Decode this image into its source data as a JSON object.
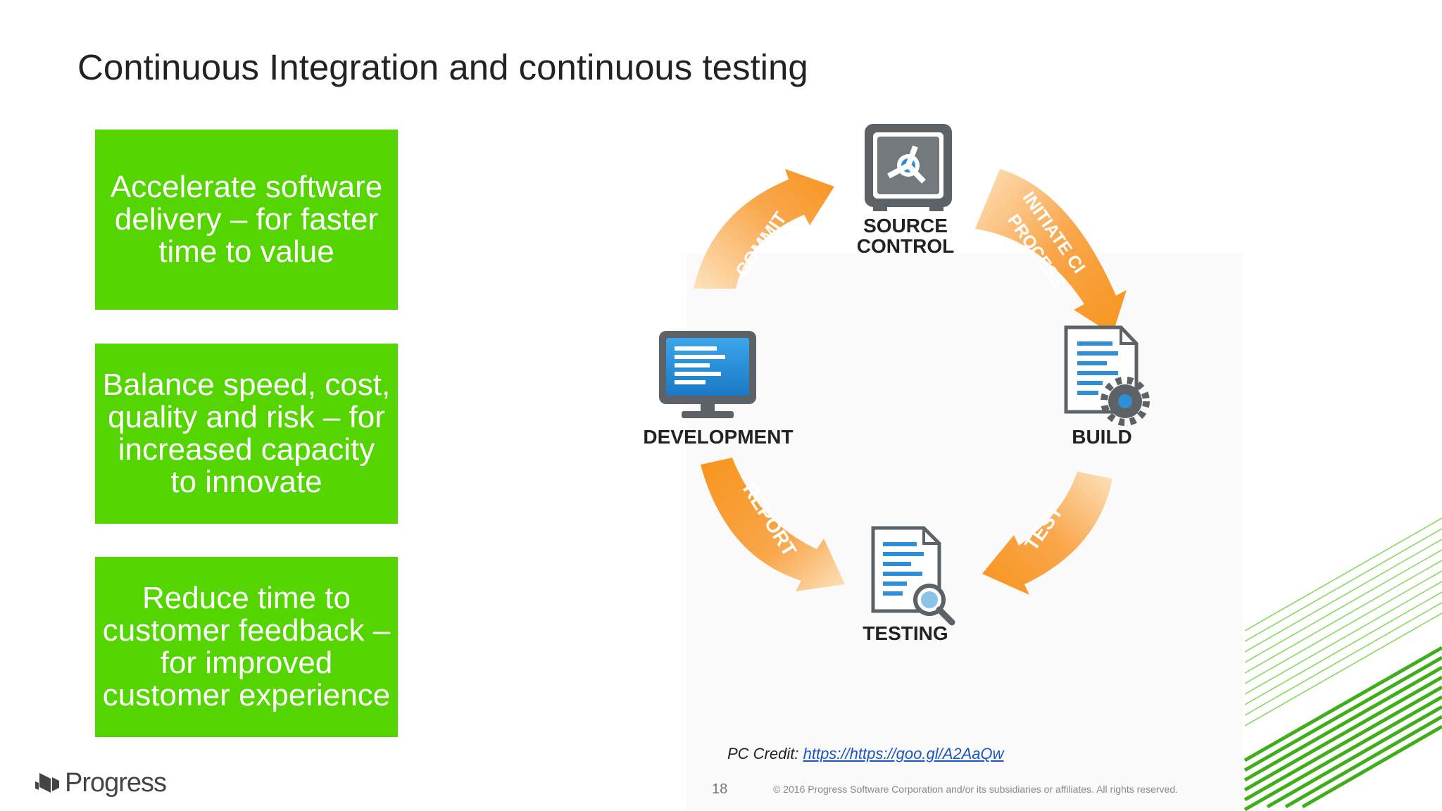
{
  "slide": {
    "title": "Continuous Integration and continuous testing",
    "boxes": [
      "Accelerate software delivery – for faster time to value",
      "Balance speed, cost, quality and risk – for increased capacity to innovate",
      "Reduce time to customer feedback – for improved customer experience"
    ]
  },
  "diagram": {
    "nodes": {
      "source_line1": "SOURCE",
      "source_line2": "CONTROL",
      "build": "BUILD",
      "testing": "TESTING",
      "development": "DEVELOPMENT"
    },
    "arrows": {
      "commit": "COMMIT",
      "initiate_line1": "INITIATE CI",
      "initiate_line2": "PROCESS",
      "test": "TEST",
      "report": "REPORT"
    },
    "colors": {
      "arrow": "#f7941d",
      "arrow_light": "#fbc27a",
      "icon_blue": "#2e8fd6"
    }
  },
  "footer": {
    "credit_label": "PC Credit:",
    "credit_link": "https://https://goo.gl/A2AaQw",
    "page_number": "18",
    "copyright": "© 2016 Progress Software Corporation and/or its subsidiaries or affiliates. All rights reserved.",
    "logo": "Progress"
  },
  "theme": {
    "green": "#55d500"
  }
}
